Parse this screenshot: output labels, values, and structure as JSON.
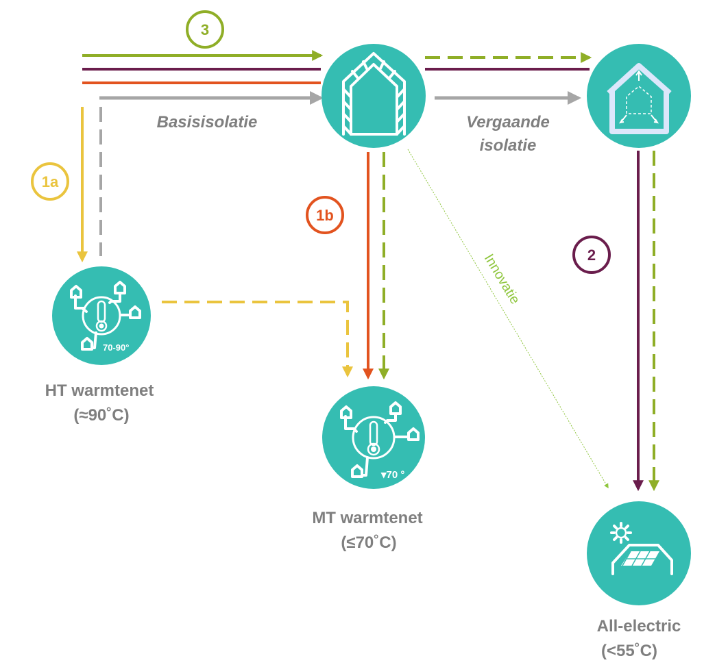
{
  "colors": {
    "teal": "#35bdb2",
    "green": "#8fae27",
    "purple": "#6a1d4c",
    "orange": "#e2531f",
    "yellow": "#eac43e",
    "gray": "#a6a6a6",
    "text_gray": "#7f7f7f",
    "innovation_green": "#8fc63e"
  },
  "nodes": {
    "basic_insulated": {
      "icon": "house-frame-icon"
    },
    "deep_insulated": {
      "icon": "insulated-house-icon"
    },
    "ht_network": {
      "icon": "heat-network-thermometer-icon",
      "label_line1": "HT warmtenet",
      "label_line2": "(≈90˚C)",
      "temp_text": "70-90°"
    },
    "mt_network": {
      "icon": "heat-network-thermometer-icon",
      "label_line1": "MT warmtenet",
      "label_line2": "(≤70˚C)",
      "temp_text": "▾70 °"
    },
    "all_electric": {
      "icon": "solar-roof-icon",
      "label_line1": "All-electric",
      "label_line2": "(<55˚C)"
    }
  },
  "edge_labels": {
    "basic": "Basisisolatie",
    "deep_line1": "Vergaande",
    "deep_line2": "isolatie",
    "innovation": "Innovatie"
  },
  "routes": [
    {
      "id": "1a",
      "color": "#eac43e"
    },
    {
      "id": "1b",
      "color": "#e2531f"
    },
    {
      "id": "2",
      "color": "#6a1d4c"
    },
    {
      "id": "3",
      "color": "#8fae27"
    }
  ]
}
